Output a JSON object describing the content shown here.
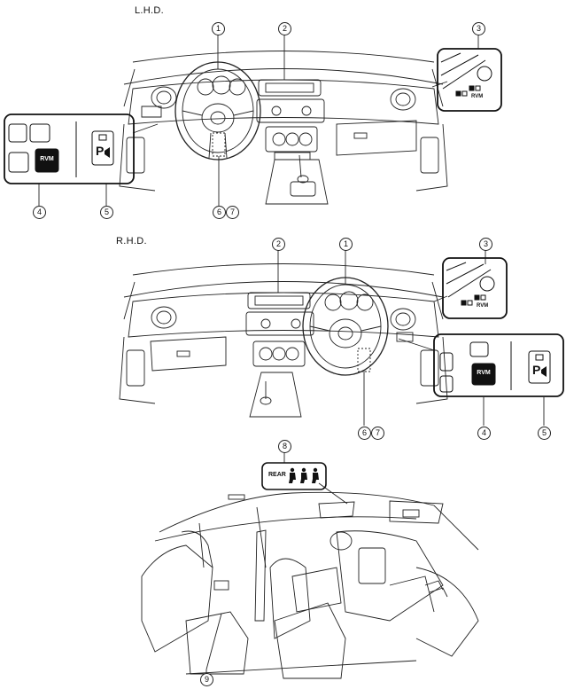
{
  "sections": {
    "lhd_label": "L.H.D.",
    "rhd_label": "R.H.D."
  },
  "lhd_callouts": {
    "c1": "1",
    "c2": "2",
    "c3": "3",
    "c4": "4",
    "c5": "5",
    "c6": "6",
    "c7": "7"
  },
  "rhd_callouts": {
    "c1": "1",
    "c2": "2",
    "c3": "3",
    "c4": "4",
    "c5": "5",
    "c6": "6",
    "c7": "7"
  },
  "cabin_callouts": {
    "c8": "8",
    "c9": "9"
  },
  "switches": {
    "rvm_label": "RVM",
    "parking_label": "P",
    "rear_label": "REAR"
  },
  "icons": [
    "rvm-switch-icon",
    "parking-sensor-switch-icon",
    "rear-seatbelt-warning-icon",
    "seated-person-icon"
  ]
}
